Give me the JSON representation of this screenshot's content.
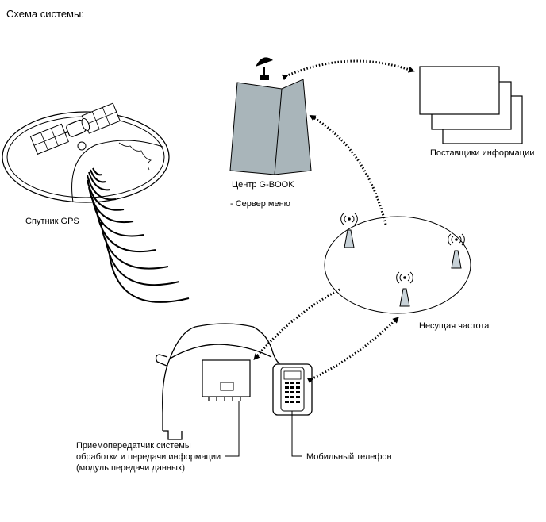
{
  "title": "Схема системы:",
  "labels": {
    "gps": "Спутник GPS",
    "center": "Центр G-BOOK",
    "menu_server": "- Сервер меню",
    "providers": "Поставщики информации",
    "carrier": "Несущая частота",
    "transceiver": [
      "Приемопередатчик системы",
      "обработки и передачи информации",
      "(модуль передачи данных)"
    ],
    "phone": "Мобильный телефон"
  },
  "icons": [
    "satellite-icon",
    "earth-icon",
    "server-building-icon",
    "satellite-dish-icon",
    "document-stack-icon",
    "cell-tower-icon",
    "car-icon",
    "data-module-icon",
    "mobile-phone-icon"
  ],
  "colors": {
    "building_fill": "#a9b5ba",
    "tower_fill": "#c8d2d8",
    "line": "#000000"
  }
}
